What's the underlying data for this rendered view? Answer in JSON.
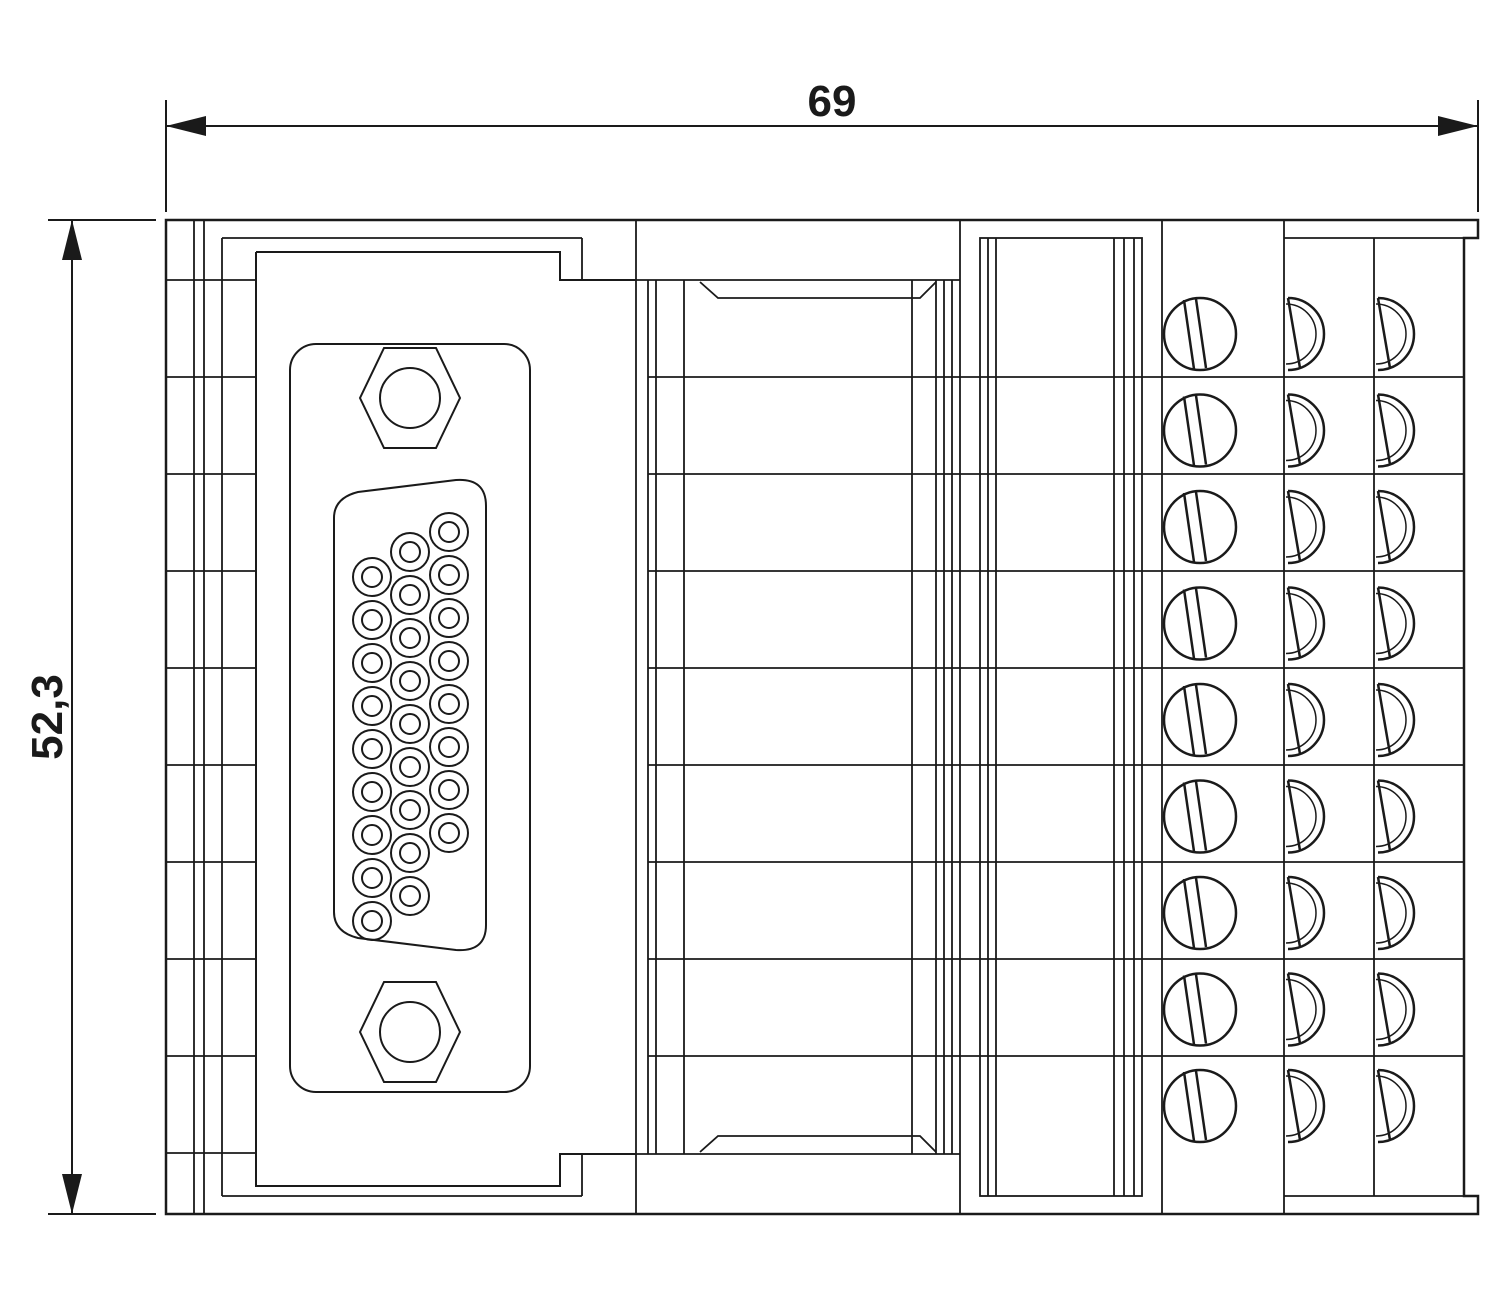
{
  "dimensions": {
    "width_label": "69",
    "height_label": "52,3"
  },
  "components": {
    "sub_d_connector_pins": 26,
    "terminal_rows": 9,
    "screw_columns": 3
  },
  "colors": {
    "stroke": "#1a1a1a",
    "background": "#ffffff"
  }
}
